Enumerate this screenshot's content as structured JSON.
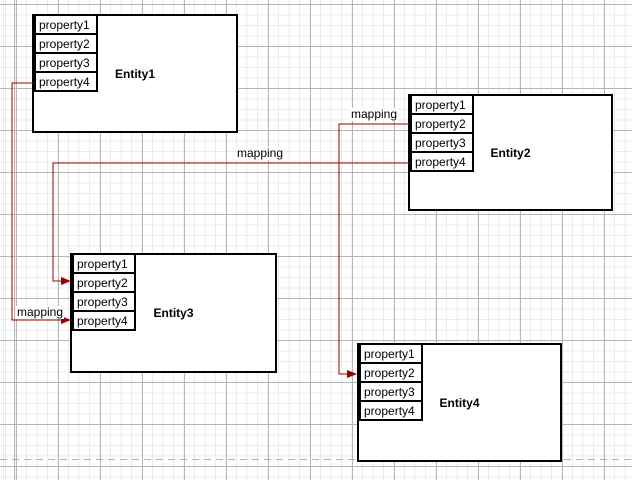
{
  "diagram": {
    "type": "entity-relationship-mapping",
    "entities": [
      {
        "title": "Entity1",
        "properties": [
          "property1",
          "property2",
          "property3",
          "property4"
        ]
      },
      {
        "title": "Entity2",
        "properties": [
          "property1",
          "property2",
          "property3",
          "property4"
        ]
      },
      {
        "title": "Entity3",
        "properties": [
          "property1",
          "property2",
          "property3",
          "property4"
        ]
      },
      {
        "title": "Entity4",
        "properties": [
          "property1",
          "property2",
          "property3",
          "property4"
        ]
      }
    ],
    "connectors": [
      {
        "label": "mapping",
        "from": "Entity1.property4",
        "to": "Entity3.property4"
      },
      {
        "label": "mapping",
        "from": "Entity2.property4",
        "to": "Entity3.property2"
      },
      {
        "label": "mapping",
        "from": "Entity2.property2",
        "to": "Entity4.property2"
      }
    ],
    "colors": {
      "connector": "#990000",
      "entity_border": "#000000",
      "entity_fill": "#ffffff",
      "grid_minor": "#ebebeb",
      "grid_major": "#b6b6b6",
      "page_break": "#b0b0b0",
      "text": "#000000"
    }
  }
}
